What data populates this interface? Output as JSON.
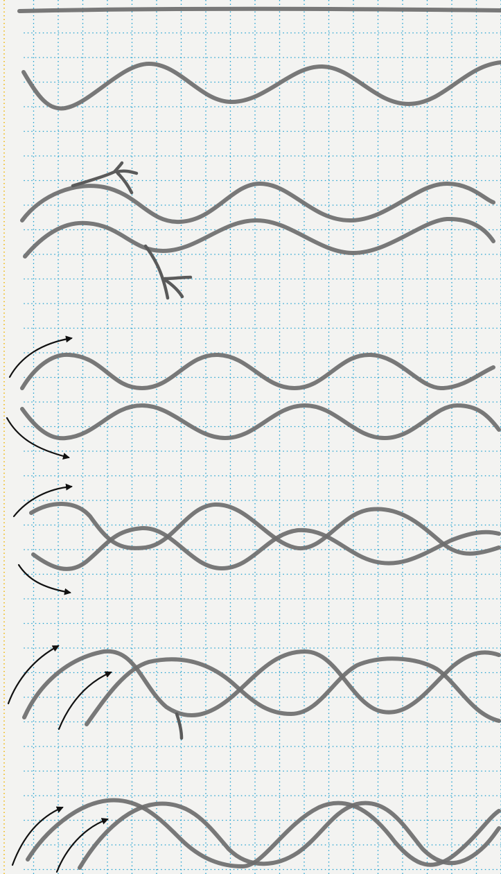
{
  "paper": {
    "background": "#f3f3f1",
    "grid_color": "#1a9fcf",
    "margin_line_color": "#f0b400"
  },
  "ink": {
    "pencil": "#6e6e6e",
    "pencil_dark": "#5a5a5a",
    "arrow": "#111111"
  },
  "drawings": [
    "straight-line",
    "single-wave",
    "two-waves-with-branch-marks",
    "two-parallel-waves-with-arrows",
    "two-interlaced-waves-with-arrows",
    "two-crossing-waves-with-arrows",
    "two-crossing-waves-with-arrows-bottom"
  ]
}
